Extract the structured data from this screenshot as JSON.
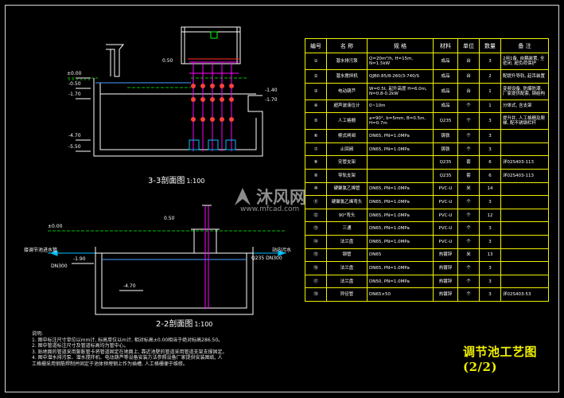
{
  "sections": {
    "s33": {
      "title": "3-3剖面图",
      "scale": "1:100"
    },
    "s22": {
      "title": "2-2剖面图",
      "scale": "1:100"
    }
  },
  "levels": {
    "s33": [
      "±0.00",
      "-0.50",
      "-1.70",
      "-4.70",
      "-5.50"
    ],
    "s33_right": [
      "0.50",
      "-1.40",
      "-1.70"
    ],
    "s22": [
      "0.50",
      "±0.00",
      "-1.90",
      "-4.70"
    ]
  },
  "labels": {
    "inlet": "接调节池进水管",
    "outlet": "站内污水",
    "dn_left": "DN300",
    "pipe_spec": "Q235 DN300"
  },
  "table": {
    "headers": [
      "编号",
      "名 称",
      "规 格",
      "材料",
      "单位",
      "数量",
      "备 注"
    ],
    "rows": [
      [
        "①",
        "潜水排污泵",
        "Q=20m³/h, H=15m, N=1.5kW",
        "成品",
        "台",
        "3",
        "2用1备, 自耦装置, 全密闭, 超负荷保护"
      ],
      [
        "②",
        "潜水搅拌机",
        "QJB0.85/8-260/3-740/S",
        "成品",
        "台",
        "2",
        "配提升导轨, 起吊装置"
      ],
      [
        "③",
        "电动葫芦",
        "W=0.5t, 起升高度 H=6.0m, N=0.8-0.2kW",
        "成品",
        "台",
        "1",
        "变频设备, 防爆防潮, 厂家提供配套, 钢结构"
      ],
      [
        "④",
        "超声波液位计",
        "0~10m",
        "成品",
        "个",
        "1",
        "分体式, 含支架"
      ],
      [
        "⑤",
        "人工格栅",
        "a=90°, b=5mm, B=0.5m, H=0.7m",
        "Q235",
        "个",
        "3",
        "提升井, 人工格栅及爬梯, 配不锈钢栏杆"
      ],
      [
        "⑥",
        "楔式闸阀",
        "DN65, PN=1.0MPa",
        "铸铁",
        "个",
        "3",
        ""
      ],
      [
        "⑦",
        "止回阀",
        "DN65, PN=1.0MPa",
        "铸铁",
        "个",
        "3",
        ""
      ],
      [
        "⑧",
        "安管支架",
        "",
        "Q235",
        "套",
        "6",
        "详02S403-113"
      ],
      [
        "⑨",
        "导轨支架",
        "",
        "Q235",
        "套",
        "6",
        "详02S403-113"
      ],
      [
        "⑩",
        "硬聚氯乙烯管",
        "DN65, PN=1.0MPa",
        "PVC-U",
        "米",
        "14",
        ""
      ],
      [
        "⑪",
        "硬聚氯乙烯弯头",
        "DN65, PN=1.0MPa",
        "PVC-U",
        "个",
        "3",
        ""
      ],
      [
        "⑫",
        "90°弯头",
        "DN65, PN=1.0MPa",
        "PVC-U",
        "个",
        "12",
        ""
      ],
      [
        "⑬",
        "三通",
        "DN65, PN=1.0MPa",
        "PVC-U",
        "个",
        "3",
        ""
      ],
      [
        "⑭",
        "法兰盘",
        "DN65, PN=1.0MPa",
        "PVC-U",
        "个",
        "3",
        ""
      ],
      [
        "⑮",
        "钢管",
        "DN65",
        "热镀锌",
        "米",
        "13",
        ""
      ],
      [
        "⑯",
        "法兰盘",
        "DN65, PN=1.0MPa",
        "热镀锌",
        "个",
        "3",
        ""
      ],
      [
        "⑰",
        "法兰盘",
        "DN50, PN=1.0MPa",
        "热镀锌",
        "个",
        "3",
        ""
      ],
      [
        "⑱",
        "异径管",
        "DN65×50",
        "热镀锌",
        "个",
        "3",
        "详02S403-53"
      ]
    ]
  },
  "notes": {
    "heading": "说明:",
    "lines": [
      "1. 图中标注尺寸单位以mm计, 标高单位以m计, 相对标高±0.00相当于绝对标高286.50。",
      "2. 图中管道标注尺寸及管道标高均为管中心。",
      "3. 贴地面的管道采用膨胀管卡将管道固定在地面上, 靠近池壁的管道采用管道支架支撑固定。",
      "4. 图中潜水排污泵、潜水搅拌机、电动葫芦等设备安装方法参照设备厂家提供安装图纸, 人",
      "   工格栅采用钢筋焊制并固定于池体预埋钢上作为插槽, 人工格栅便于维修。"
    ]
  },
  "drawing_title": "调节池工艺图(2/2)",
  "watermark": {
    "brand": "沐风网",
    "url": "www.mfcad.com"
  },
  "colors": {
    "table_border": "#f0f000",
    "wall": "#ffffff",
    "pipe": "#ff00ff",
    "water": "#00c000",
    "title": "#f0f000",
    "dim": "#ff3030"
  }
}
